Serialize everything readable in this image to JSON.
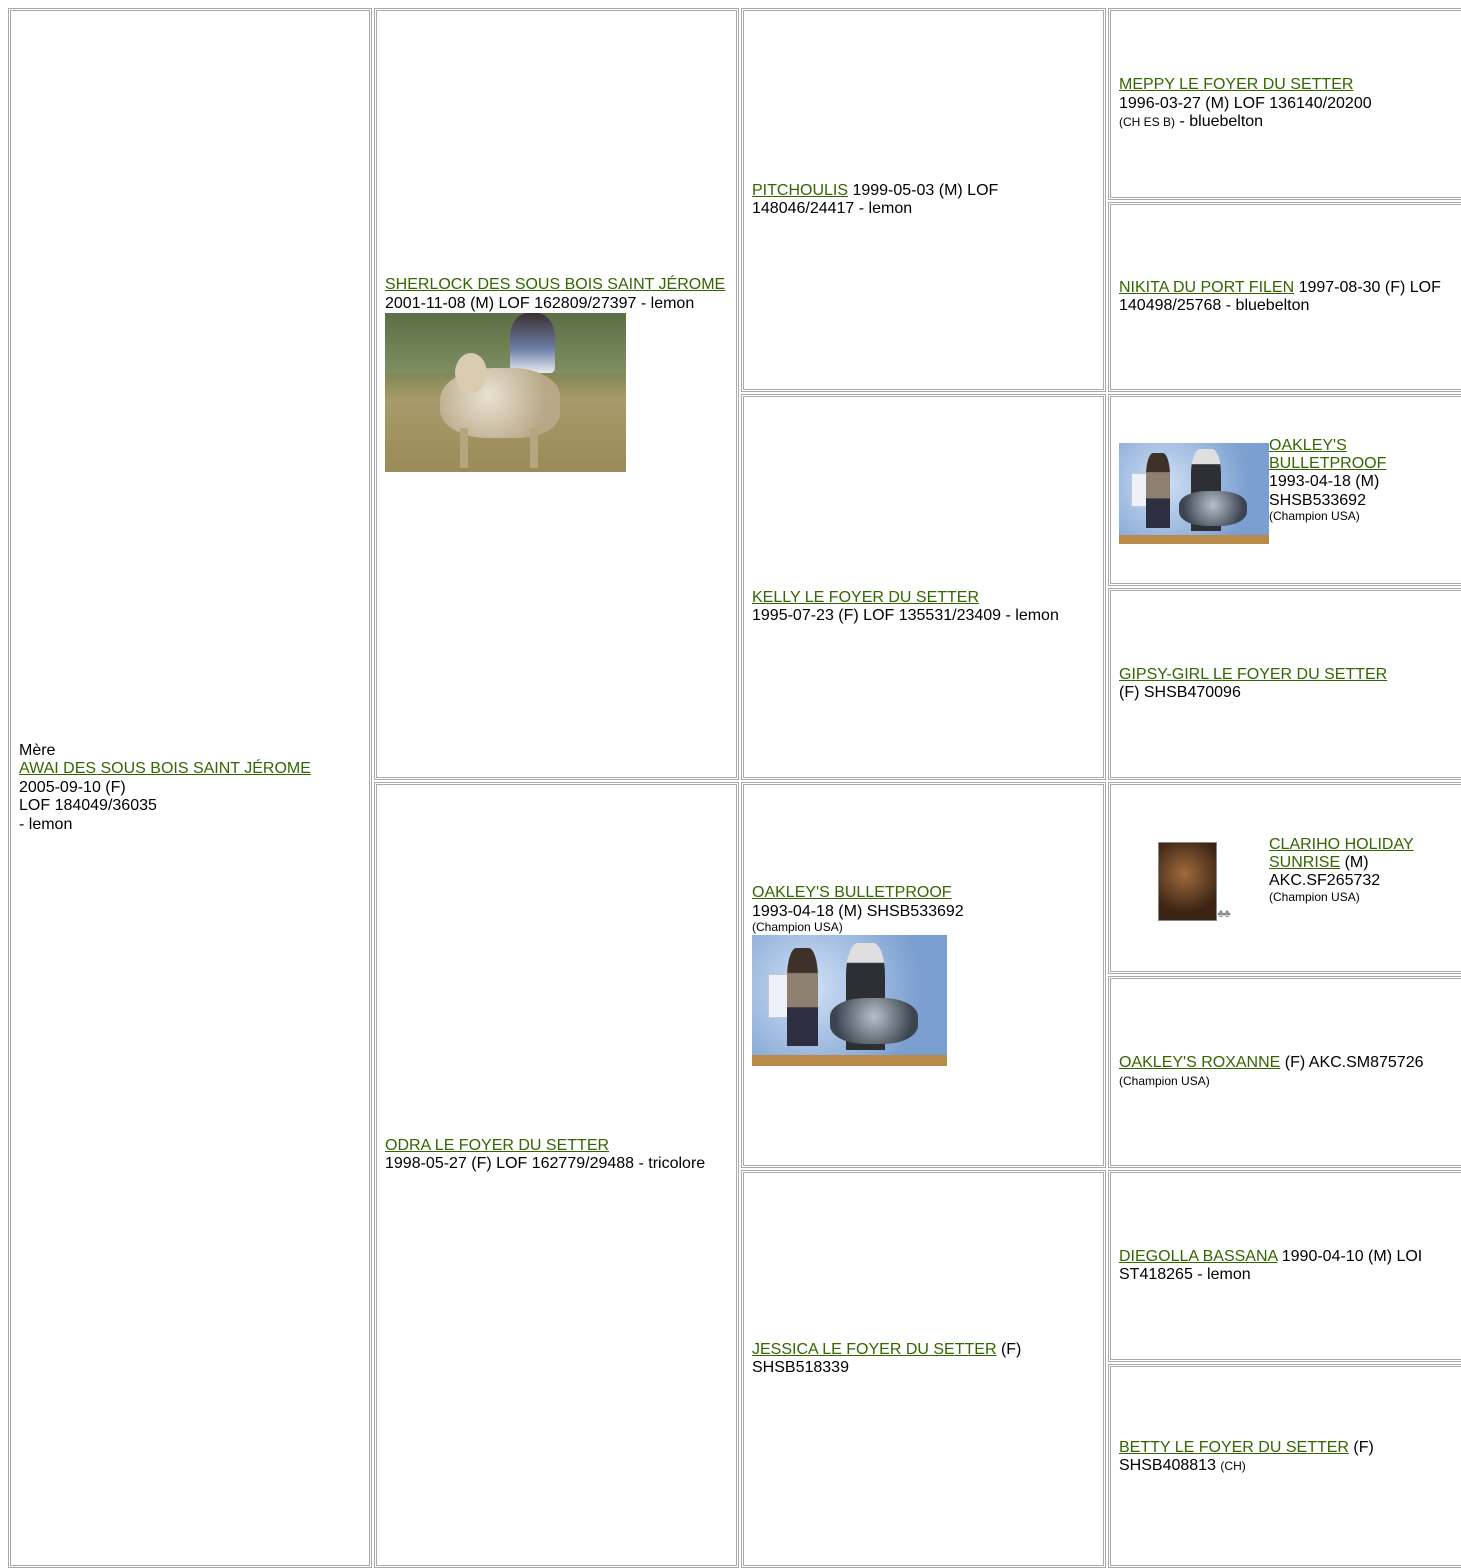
{
  "subject": {
    "role": "Mère",
    "name": "AWAI DES SOUS BOIS SAINT JÉROME",
    "line1": "2005-09-10 (F)",
    "line2": "LOF 184049/36035",
    "line3": "- lemon"
  },
  "sire": {
    "name": "SHERLOCK DES SOUS BOIS SAINT JÉROME",
    "details": " 2001-11-08 (M) LOF 162809/27397 - lemon"
  },
  "dam": {
    "name": "ODRA LE FOYER DU SETTER",
    "details": "1998-05-27 (F) LOF 162779/29488 - tricolore"
  },
  "gen3": {
    "ss": {
      "name": "PITCHOULIS",
      "details": " 1999-05-03 (M) LOF 148046/24417 - lemon"
    },
    "sd": {
      "name": "KELLY LE FOYER DU SETTER",
      "details": "1995-07-23 (F) LOF 135531/23409 - lemon"
    },
    "ds": {
      "name": "OAKLEY'S BULLETPROOF",
      "details": "1993-04-18 (M) SHSB533692",
      "title": "(Champion USA)"
    },
    "dd": {
      "name": "JESSICA LE FOYER DU SETTER",
      "details": " (F) SHSB518339"
    }
  },
  "gen4": {
    "sss": {
      "name": "MEPPY LE FOYER DU SETTER",
      "details": "1996-03-27 (M) LOF 136140/20200",
      "title": "(CH ES B)",
      "details2": " - bluebelton"
    },
    "ssd": {
      "name": "NIKITA DU PORT FILEN",
      "details": " 1997-08-30 (F) LOF 140498/25768 - bluebelton"
    },
    "sds": {
      "name": "OAKLEY'S BULLETPROOF",
      "details": "1993-04-18 (M) SHSB533692",
      "title": "(Champion USA)"
    },
    "sdd": {
      "name": "GIPSY-GIRL LE FOYER DU SETTER",
      "details": "(F) SHSB470096"
    },
    "dss": {
      "name": "CLARIHO HOLIDAY SUNRISE",
      "details": " (M) AKC.SF265732",
      "title": "(Champion USA)"
    },
    "dsd": {
      "name": "OAKLEY'S ROXANNE",
      "details": " (F) AKC.SM875726",
      "title": "(Champion USA)"
    },
    "dds": {
      "name": "DIEGOLLA BASSANA",
      "details": " 1990-04-10 (M) LOI ST418265 - lemon"
    },
    "ddd": {
      "name": "BETTY LE FOYER DU SETTER",
      "details": " (F) SHSB408813",
      "title": "(CH)"
    }
  },
  "icons": {
    "paw": "paw-prints-icon"
  },
  "colors": {
    "link": "#336600",
    "border": "#a9a9a9"
  }
}
